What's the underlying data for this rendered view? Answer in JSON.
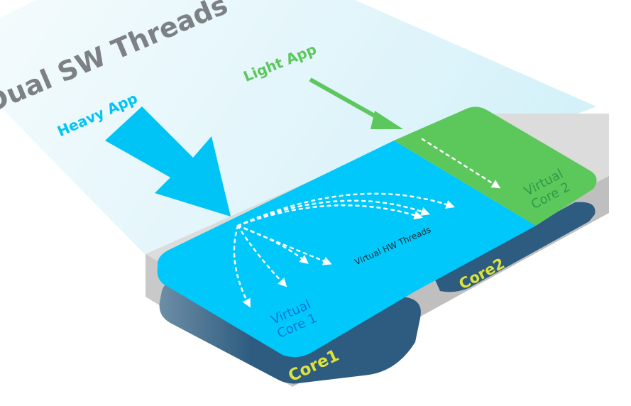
{
  "title": "Dual SW Threads",
  "apps": {
    "heavy": "Heavy App",
    "light": "Light App"
  },
  "threads_label": "Virtual HW Threads",
  "virtual_cores": {
    "core1": [
      "Virtual",
      "Core 1"
    ],
    "core2": [
      "Virtual",
      "Core 2"
    ]
  },
  "physical_cores": {
    "core1": "Core1",
    "core2": "Core2"
  },
  "colors": {
    "title": "#7d8085",
    "heavy": "#00c4f5",
    "light": "#5cc75c",
    "virtual_core1_text": "#0d76d6",
    "virtual_core2_text": "#2e9a45",
    "physical_core": "#2e5c80",
    "physical_core_label": "#dde33a",
    "tray": "#d8d8d8",
    "beam": "#d8f3fa"
  }
}
